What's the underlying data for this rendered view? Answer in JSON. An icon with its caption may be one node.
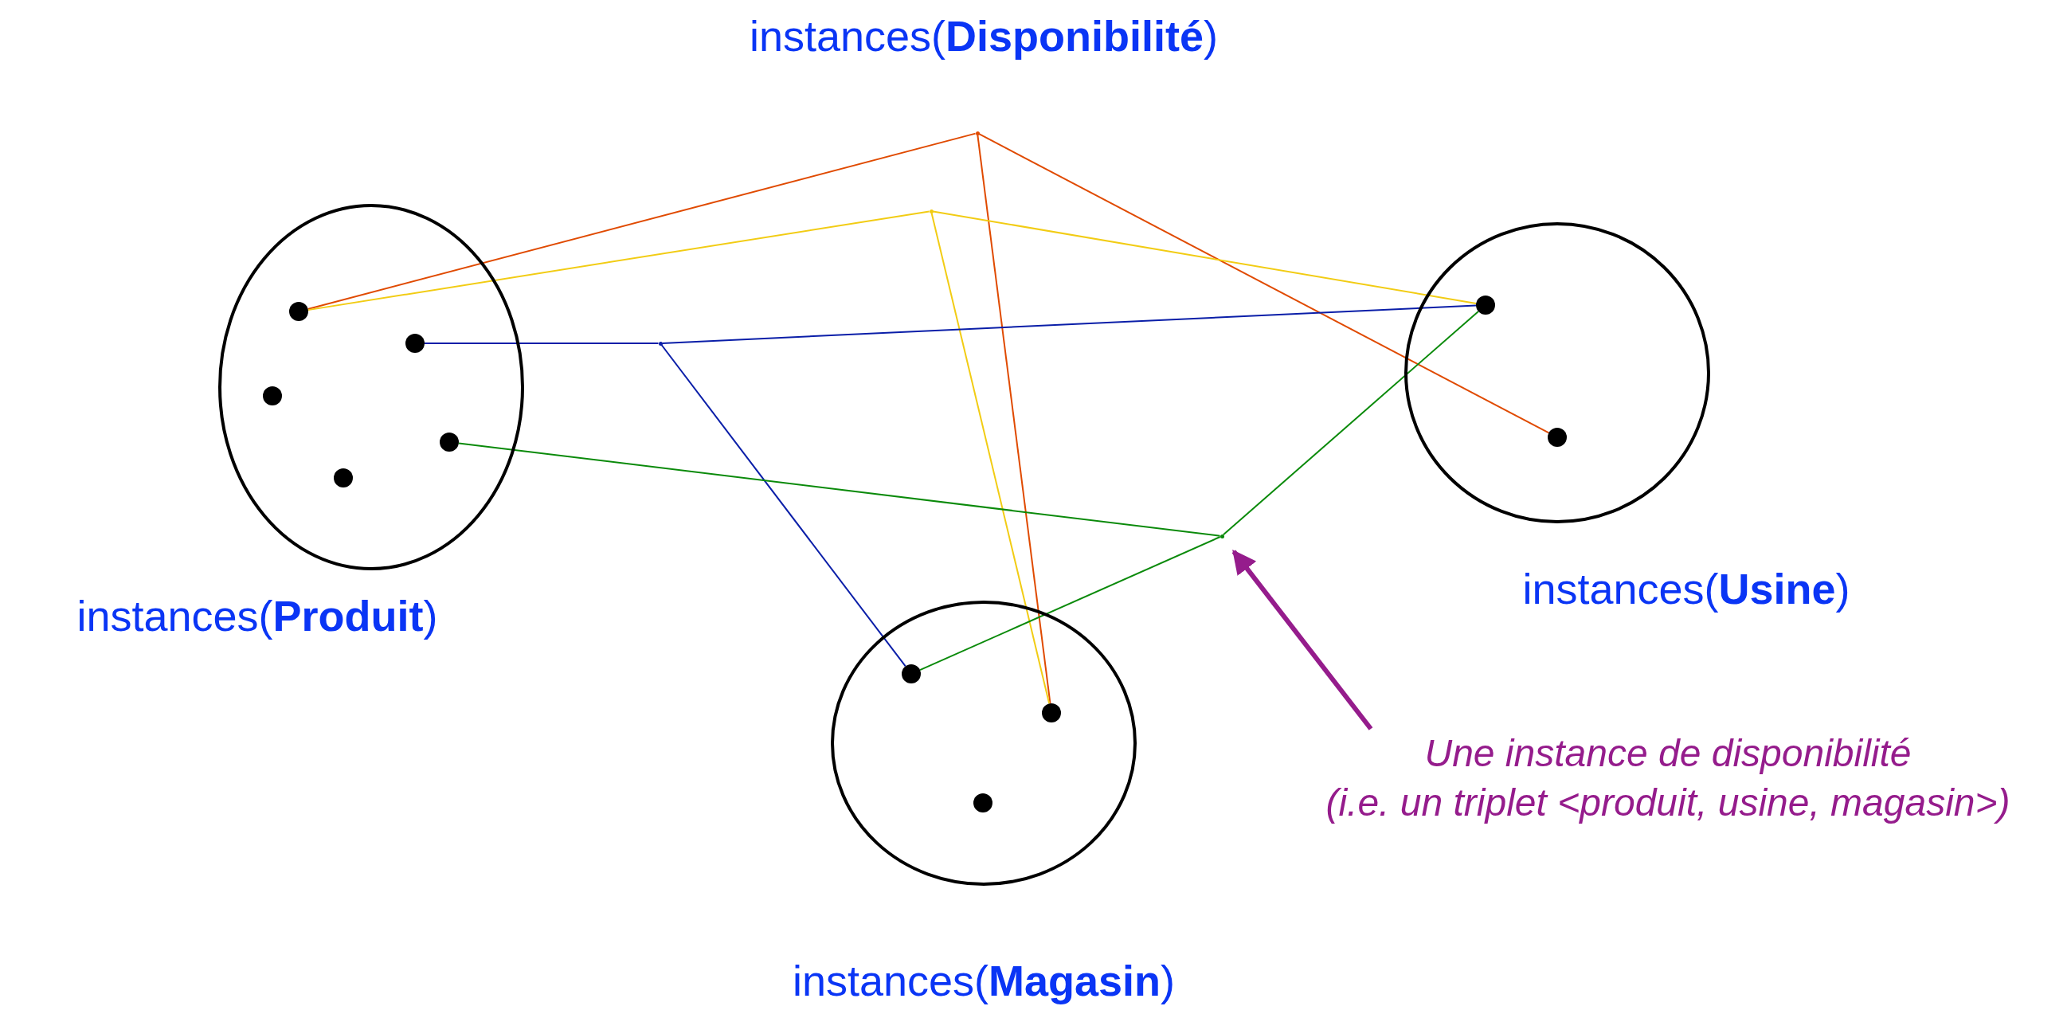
{
  "diagram": {
    "nodes": [
      {
        "text": [
          "instances(**Produit**)"
        ]
      },
      {
        "text": [],
        "shape": "dot",
        "in": 0
      },
      {
        "text": [],
        "shape": "dot",
        "in": 0
      },
      {
        "text": [],
        "shape": "dot",
        "in": 0
      },
      {
        "text": [],
        "shape": "dot",
        "in": 0
      },
      {
        "text": [],
        "shape": "dot",
        "in": 0
      },
      {
        "text": [
          "instances(**Usine**)"
        ]
      },
      {
        "text": [],
        "shape": "dot",
        "in": 6
      },
      {
        "text": [],
        "shape": "dot",
        "in": 6
      },
      {
        "text": [
          "instances(**Magasin**)"
        ]
      },
      {
        "text": [],
        "shape": "dot",
        "in": 9
      },
      {
        "text": [],
        "shape": "dot",
        "in": 9
      },
      {
        "text": [],
        "shape": "dot",
        "in": 9
      },
      {
        "text": [],
        "shape": "point"
      },
      {
        "text": [],
        "shape": "point"
      },
      {
        "text": [],
        "shape": "point"
      },
      {
        "text": [],
        "shape": "point"
      },
      {
        "text": [
          "Une instance de disponibilité",
          "(i.e. un triplet <produit, usine, magasin>)"
        ]
      }
    ],
    "edges": [
      {
        "from": 13,
        "to": 1,
        "arrow": "none",
        "color": "#e04a00"
      },
      {
        "from": 13,
        "to": 8,
        "arrow": "none",
        "color": "#e04a00"
      },
      {
        "from": 13,
        "to": 11,
        "arrow": "none",
        "color": "#e04a00"
      },
      {
        "from": 14,
        "to": 1,
        "arrow": "none",
        "color": "#f2cc14"
      },
      {
        "from": 14,
        "to": 7,
        "arrow": "none",
        "color": "#f2cc14"
      },
      {
        "from": 14,
        "to": 11,
        "arrow": "none",
        "color": "#f2cc14"
      },
      {
        "from": 15,
        "to": 2,
        "arrow": "none",
        "color": "#0a1ea8"
      },
      {
        "from": 15,
        "to": 7,
        "arrow": "none",
        "color": "#0a1ea8"
      },
      {
        "from": 15,
        "to": 10,
        "arrow": "none",
        "color": "#0a1ea8"
      },
      {
        "from": 16,
        "to": 4,
        "arrow": "none",
        "color": "#0a8a0a"
      },
      {
        "from": 16,
        "to": 7,
        "arrow": "none",
        "color": "#0a8a0a"
      },
      {
        "from": 16,
        "to": 10,
        "arrow": "none",
        "color": "#0a8a0a"
      },
      {
        "from": 17,
        "to": 16,
        "arrow": "to",
        "color": "#951c8c",
        "style": "thick"
      }
    ],
    "labels": [
      "instances(**Disponibilité**)"
    ]
  }
}
